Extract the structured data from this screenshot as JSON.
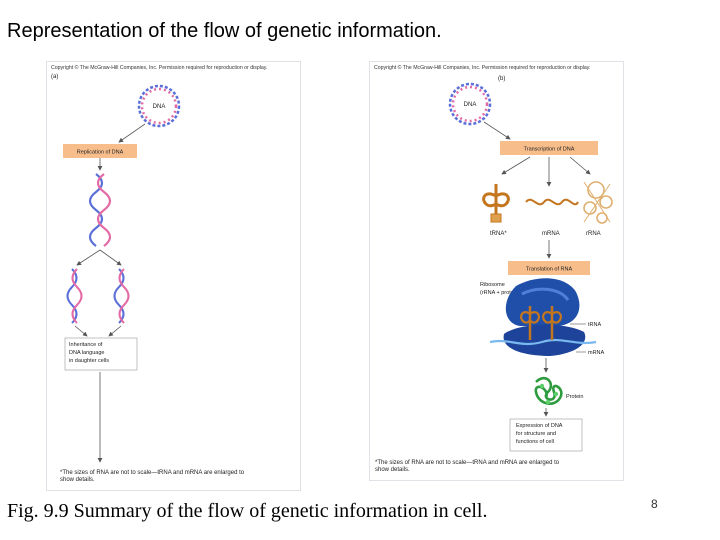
{
  "slide": {
    "title": "Representation of the flow of genetic information.",
    "caption": "Fig. 9.9 Summary of the flow of genetic information in cell.",
    "page_number": "8"
  },
  "panel_a": {
    "copyright": "Copyright © The McGraw-Hill Companies, Inc. Permission required for reproduction or display.",
    "letter": "(a)",
    "dna_label": "DNA",
    "replication_label": "Replication of DNA",
    "inheritance_lines": [
      "Inheritance of",
      "DNA language",
      "in daughter cells"
    ],
    "footnote_lines": [
      "*The sizes of RNA are not to scale—tRNA and mRNA are enlarged to",
      "show details."
    ]
  },
  "panel_b": {
    "copyright": "Copyright © The McGraw-Hill Companies, Inc. Permission required for reproduction or display.",
    "letter": "(b)",
    "dna_label": "DNA",
    "transcription_label": "Transcription of DNA",
    "trna_label": "tRNA*",
    "mrna_label": "mRNA",
    "rrna_label": "rRNA",
    "translation_label": "Translation of RNA",
    "ribosome_lines": [
      "Ribosome",
      "(rRNA + protein)"
    ],
    "trna_label_2": "tRNA",
    "mrna_label_2": "mRNA",
    "protein_label": "Protein",
    "expression_lines": [
      "Expression of DNA",
      "for structure and",
      "functions of cell"
    ],
    "footnote_lines": [
      "*The sizes of RNA are not to scale—tRNA and mRNA are enlarged to",
      "show details."
    ]
  },
  "colors": {
    "label_box": "#f7be8c",
    "strand_blue": "#5a6fd8",
    "strand_pink": "#e46aa6",
    "ribosome": "#1f4fa8",
    "trna": "#c4761e",
    "protein": "#2e9b3f"
  }
}
